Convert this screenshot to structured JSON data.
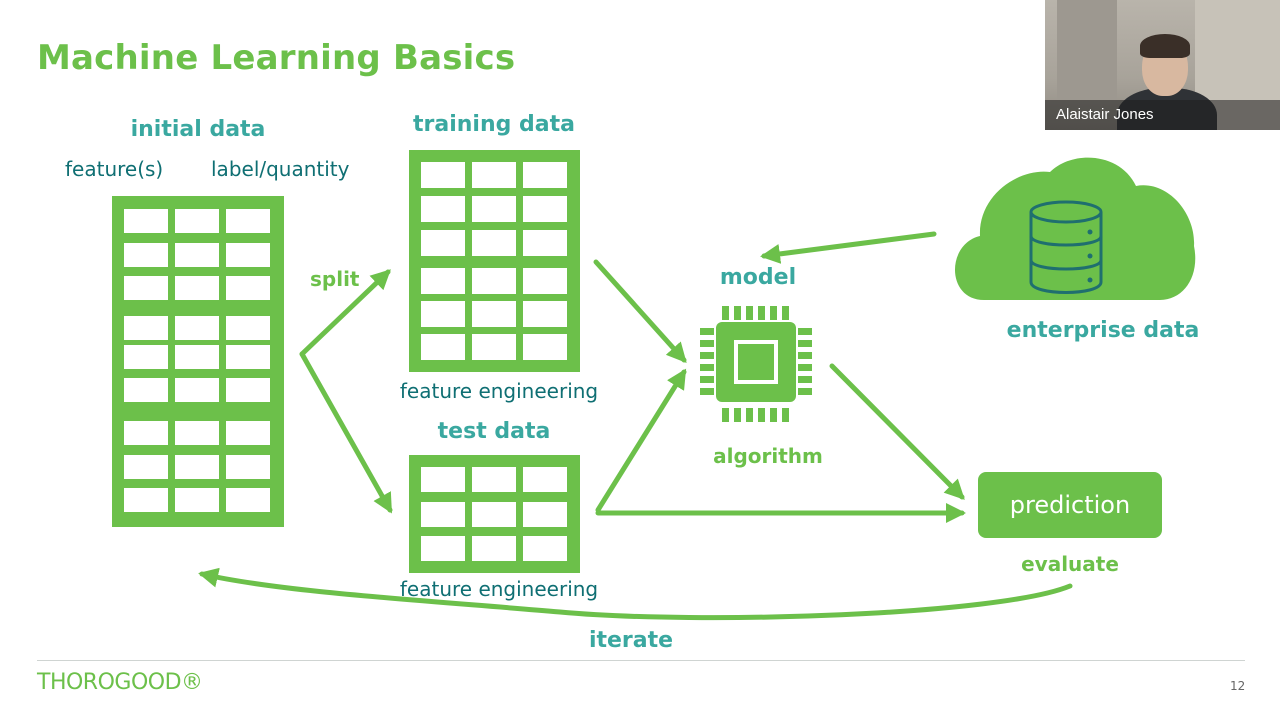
{
  "slide": {
    "title": "Machine Learning Basics",
    "labels": {
      "initial_data": "initial data",
      "features": "feature(s)",
      "label_quantity": "label/quantity",
      "split": "split",
      "training_data": "training data",
      "feature_engineering_train": "feature engineering",
      "test_data": "test data",
      "feature_engineering_test": "feature engineering",
      "model": "model",
      "algorithm": "algorithm",
      "enterprise_data": "enterprise data",
      "prediction": "prediction",
      "evaluate": "evaluate",
      "iterate": "iterate"
    },
    "page_number": "12",
    "logo": "THOROGOOD®"
  },
  "video": {
    "participant_name": "Alaistair Jones"
  },
  "colors": {
    "green": "#6cc04a",
    "teal_heading": "#3aa8a0",
    "teal_text": "#0f6f73",
    "dark_teal": "#1f6f6f"
  }
}
